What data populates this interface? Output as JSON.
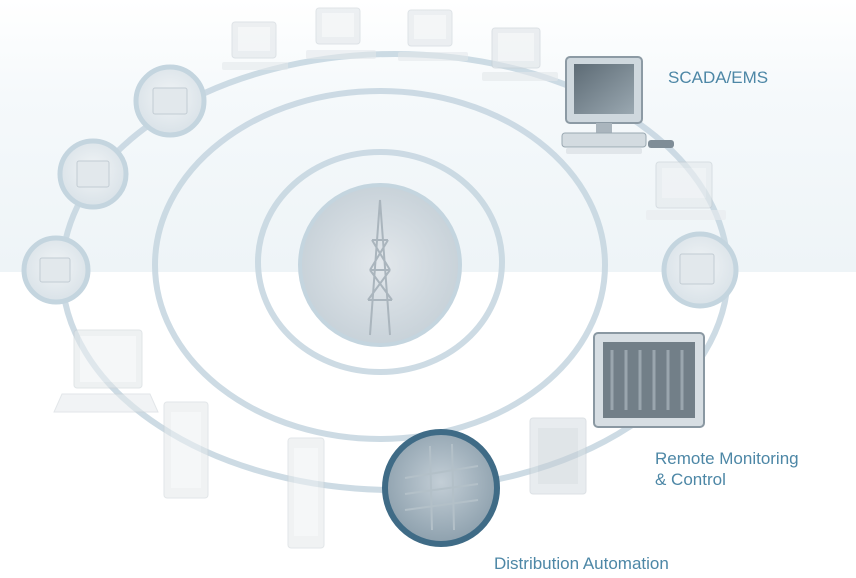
{
  "labels": {
    "scada": "SCADA/EMS",
    "remote": "Remote Monitoring\n& Control",
    "distribution": "Distribution Automation"
  },
  "colors": {
    "ring": "#c4d5df",
    "ring_strong": "#3f6b86",
    "label": "#4d87a6",
    "band": "#eef4f7"
  },
  "icons": [
    "workstation-icon",
    "workstation-icon",
    "workstation-icon",
    "workstation-icon",
    "scada-workstation-icon",
    "server-icon",
    "server-detail-icon",
    "control-cabinet-icon",
    "rack-unit-icon",
    "distribution-switchgear-icon",
    "relay-panel-icon",
    "relay-panel-icon",
    "laptop-icon",
    "device-detail-icon",
    "device-detail-icon",
    "device-detail-icon",
    "transmission-tower-icon"
  ]
}
